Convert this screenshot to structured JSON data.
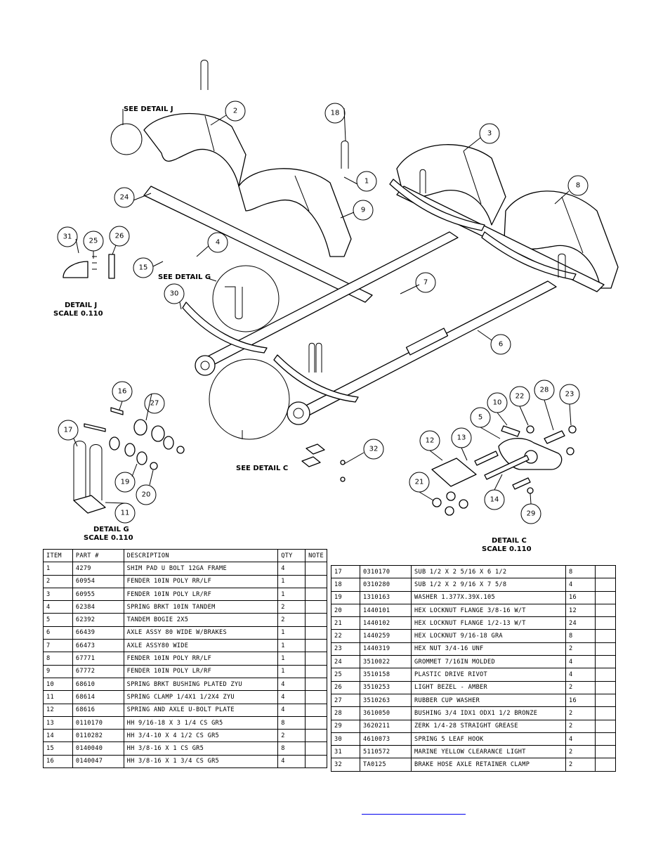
{
  "callouts": [
    "1",
    "2",
    "3",
    "4",
    "5",
    "6",
    "7",
    "8",
    "9",
    "10",
    "11",
    "12",
    "13",
    "14",
    "15",
    "16",
    "17",
    "18",
    "19",
    "20",
    "21",
    "22",
    "23",
    "24",
    "25",
    "26",
    "27",
    "28",
    "29",
    "30",
    "31",
    "32"
  ],
  "labels": {
    "see_detail_j": "SEE DETAIL J",
    "see_detail_g": "SEE DETAIL G",
    "see_detail_c": "SEE DETAIL C",
    "detail_j": "DETAIL J",
    "detail_j_scale": "SCALE 0.110",
    "detail_g": "DETAIL G",
    "detail_g_scale": "SCALE 0.110",
    "detail_c": "DETAIL C",
    "detail_c_scale": "SCALE 0.110"
  },
  "bom_headers": [
    "ITEM",
    "PART #",
    "DESCRIPTION",
    "QTY",
    "NOTE"
  ],
  "bom_left": [
    [
      "1",
      "4279",
      "SHIM PAD U BOLT 12GA FRAME",
      "4",
      ""
    ],
    [
      "2",
      "60954",
      "FENDER 10IN POLY RR/LF",
      "1",
      ""
    ],
    [
      "3",
      "60955",
      "FENDER 10IN POLY LR/RF",
      "1",
      ""
    ],
    [
      "4",
      "62384",
      "SPRING BRKT 10IN TANDEM",
      "2",
      ""
    ],
    [
      "5",
      "62392",
      "TANDEM BOGIE 2X5",
      "2",
      ""
    ],
    [
      "6",
      "66439",
      "AXLE ASSY 80 WIDE W/BRAKES",
      "1",
      ""
    ],
    [
      "7",
      "66473",
      "AXLE ASSY80 WIDE",
      "1",
      ""
    ],
    [
      "8",
      "67771",
      "FENDER 10IN POLY RR/LF",
      "1",
      ""
    ],
    [
      "9",
      "67772",
      "FENDER 10IN POLY LR/RF",
      "1",
      ""
    ],
    [
      "10",
      "68610",
      "SPRING BRKT BUSHING PLATED ZYU",
      "4",
      ""
    ],
    [
      "11",
      "68614",
      "SPRING CLAMP 1/4X1 1/2X4 ZYU",
      "4",
      ""
    ],
    [
      "12",
      "68616",
      "SPRING AND AXLE U-BOLT PLATE",
      "4",
      ""
    ],
    [
      "13",
      "0110170",
      "HH 9/16-18 X 3 1/4 CS GR5",
      "8",
      ""
    ],
    [
      "14",
      "0110282",
      "HH 3/4-10 X 4 1/2 CS GR5",
      "2",
      ""
    ],
    [
      "15",
      "0140040",
      "HH 3/8-16 X 1 CS GR5",
      "8",
      ""
    ],
    [
      "16",
      "0140047",
      "HH 3/8-16 X 1 3/4 CS GR5",
      "4",
      ""
    ]
  ],
  "bom_right": [
    [
      "17",
      "0310170",
      "SUB 1/2 X 2 5/16 X 6 1/2",
      "8",
      ""
    ],
    [
      "18",
      "0310280",
      "SUB 1/2 X 2 9/16 X 7 5/8",
      "4",
      ""
    ],
    [
      "19",
      "1310163",
      "WASHER 1.377X.39X.105",
      "16",
      ""
    ],
    [
      "20",
      "1440101",
      "HEX LOCKNUT FLANGE 3/8-16 W/T",
      "12",
      ""
    ],
    [
      "21",
      "1440102",
      "HEX LOCKNUT FLANGE 1/2-13 W/T",
      "24",
      ""
    ],
    [
      "22",
      "1440259",
      "HEX LOCKNUT 9/16-18 GRA",
      "8",
      ""
    ],
    [
      "23",
      "1440319",
      "HEX NUT 3/4-16 UNF",
      "2",
      ""
    ],
    [
      "24",
      "3510022",
      "GROMMET 7/16IN MOLDED",
      "4",
      ""
    ],
    [
      "25",
      "3510158",
      "PLASTIC DRIVE RIVOT",
      "4",
      ""
    ],
    [
      "26",
      "3510253",
      "LIGHT BEZEL - AMBER",
      "2",
      ""
    ],
    [
      "27",
      "3510263",
      "RUBBER CUP WASHER",
      "16",
      ""
    ],
    [
      "28",
      "3610050",
      "BUSHING 3/4 IDX1 ODX1 1/2 BRONZE",
      "2",
      ""
    ],
    [
      "29",
      "3620211",
      "ZERK 1/4-28 STRAIGHT GREASE",
      "2",
      ""
    ],
    [
      "30",
      "4610073",
      "SPRING 5 LEAF HOOK",
      "4",
      ""
    ],
    [
      "31",
      "5110572",
      "MARINE YELLOW CLEARANCE LIGHT",
      "2",
      ""
    ],
    [
      "32",
      "TA0125",
      "BRAKE HOSE AXLE RETAINER CLAMP",
      "2",
      ""
    ]
  ]
}
